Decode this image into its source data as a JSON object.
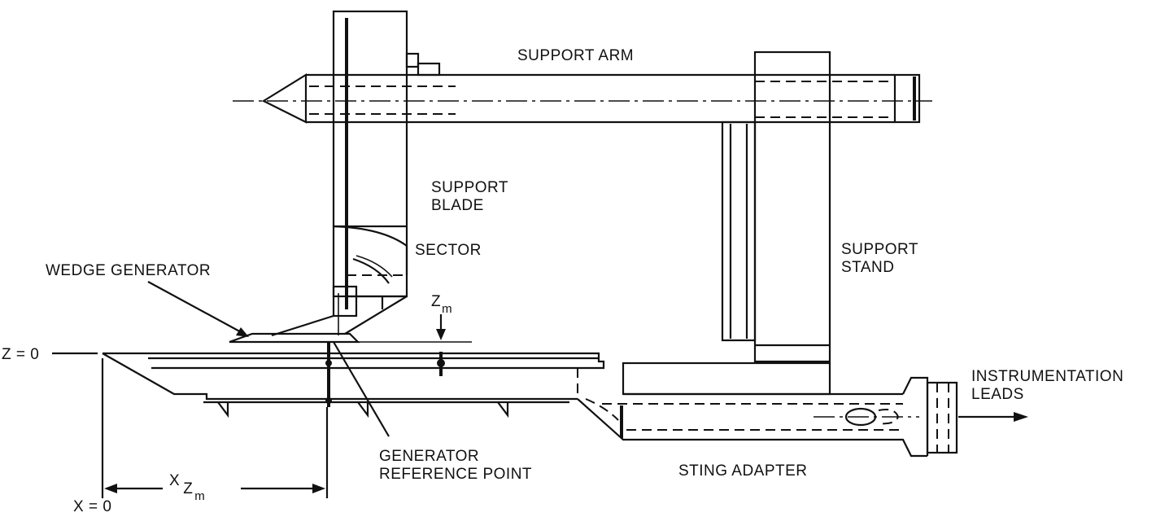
{
  "labels": {
    "support_arm": "SUPPORT ARM",
    "support_blade_1": "SUPPORT",
    "support_blade_2": "BLADE",
    "sector": "SECTOR",
    "support_stand_1": "SUPPORT",
    "support_stand_2": "STAND",
    "wedge_generator": "WEDGE GENERATOR",
    "zm_main": "Z",
    "zm_sub": "m",
    "z_zero": "Z = 0",
    "instrumentation_1": "INSTRUMENTATION",
    "instrumentation_2": "LEADS",
    "generator_ref_1": "GENERATOR",
    "generator_ref_2": "REFERENCE POINT",
    "sting_adapter": "STING ADAPTER",
    "xzm_main": "X",
    "xzm_z": "Z",
    "xzm_m": "m",
    "x_zero": "X = 0"
  }
}
